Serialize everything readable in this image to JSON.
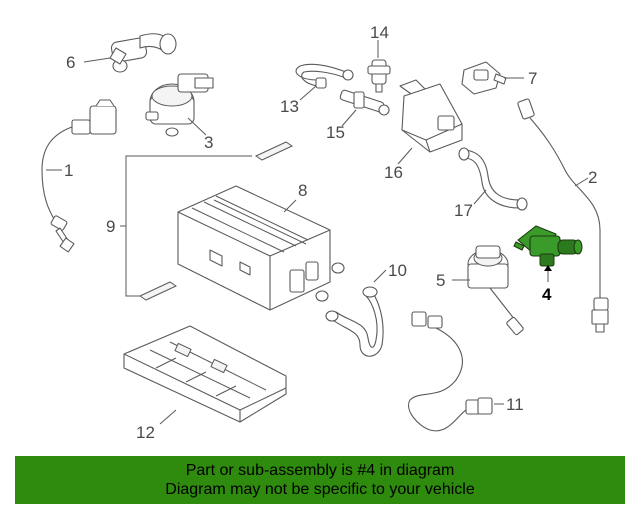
{
  "callouts": {
    "c1": "1",
    "c2": "2",
    "c3": "3",
    "c4": "4",
    "c5": "5",
    "c6": "6",
    "c7": "7",
    "c8": "8",
    "c9": "9",
    "c10": "10",
    "c11": "11",
    "c12": "12",
    "c13": "13",
    "c14": "14",
    "c15": "15",
    "c16": "16",
    "c17": "17"
  },
  "highlighted_part": "4",
  "colors": {
    "highlight": "#3a9a2a",
    "banner_bg": "#2e8b0e",
    "line": "#5a5a5a"
  },
  "banner": {
    "line1": "Part or sub-assembly is #4 in diagram",
    "line2": "Diagram may not be specific to your vehicle"
  }
}
